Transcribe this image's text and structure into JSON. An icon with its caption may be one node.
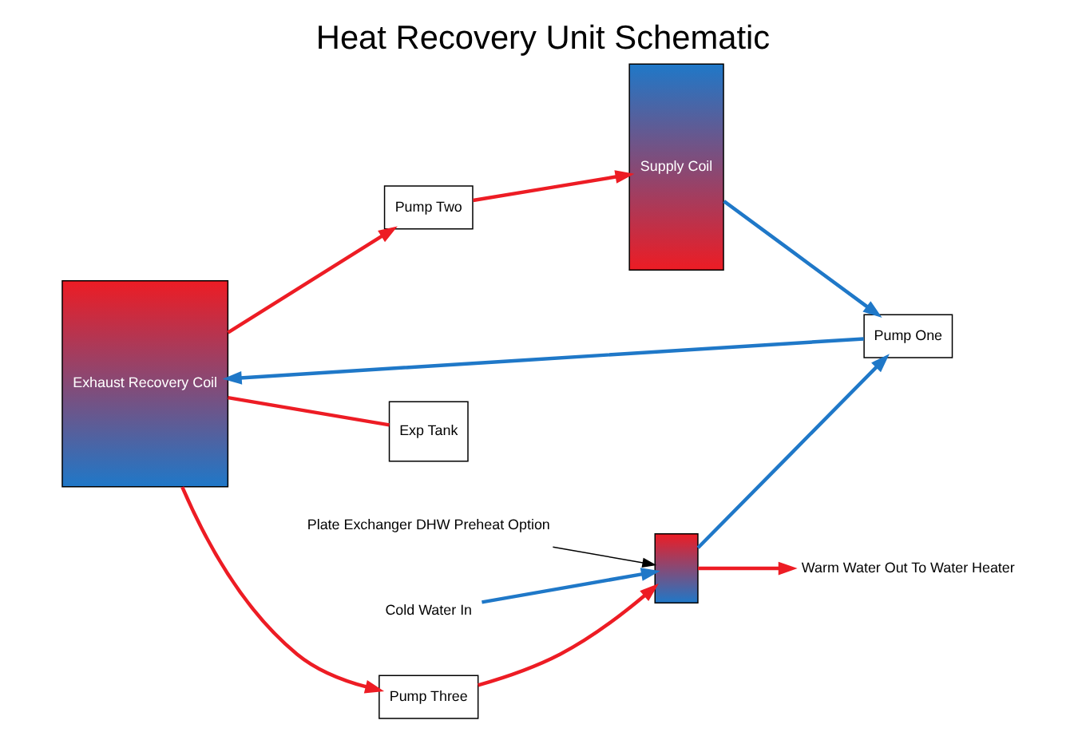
{
  "diagram": {
    "title": "Heat Recovery Unit Schematic",
    "nodes": [
      {
        "text": [
          "Exhaust Recovery Coil"
        ]
      },
      {
        "text": [
          "Exp Tank"
        ]
      },
      {
        "text": [
          "Pump One"
        ]
      },
      {
        "text": [
          "Supply Coil"
        ]
      },
      {
        "text": [
          "Pump Two"
        ]
      },
      {
        "text": [
          "Pump Three"
        ]
      },
      {
        "text": [],
        "shape": "box"
      },
      {
        "text": [
          "Warm Water Out To Water Heater"
        ]
      },
      {
        "text": [
          "Plate Exchanger DHW Preheat Option"
        ]
      },
      {
        "text": [
          "Cold Water In"
        ]
      }
    ],
    "edges": [
      {
        "from": 0,
        "to": 1,
        "arrow": "none",
        "color": "#ed1c24"
      },
      {
        "from": 0,
        "to": 4,
        "arrow": "to",
        "color": "#ed1c24"
      },
      {
        "from": 4,
        "to": 3,
        "arrow": "to",
        "color": "#ed1c24"
      },
      {
        "from": 3,
        "to": 2,
        "arrow": "to",
        "color": "#1f78c8"
      },
      {
        "from": 2,
        "to": 0,
        "arrow": "to",
        "color": "#1f78c8"
      },
      {
        "from": 0,
        "to": 5,
        "arrow": "to",
        "color": "#ed1c24"
      },
      {
        "from": 5,
        "to": 6,
        "arrow": "to",
        "color": "#ed1c24"
      },
      {
        "from": 6,
        "to": 7,
        "arrow": "to",
        "color": "#ed1c24"
      },
      {
        "from": 9,
        "to": 6,
        "arrow": "to",
        "color": "#1f78c8"
      },
      {
        "from": 6,
        "to": 2,
        "arrow": "to",
        "color": "#1f78c8"
      },
      {
        "from": 8,
        "to": 6,
        "arrow": "to",
        "color": "#000000"
      }
    ]
  }
}
